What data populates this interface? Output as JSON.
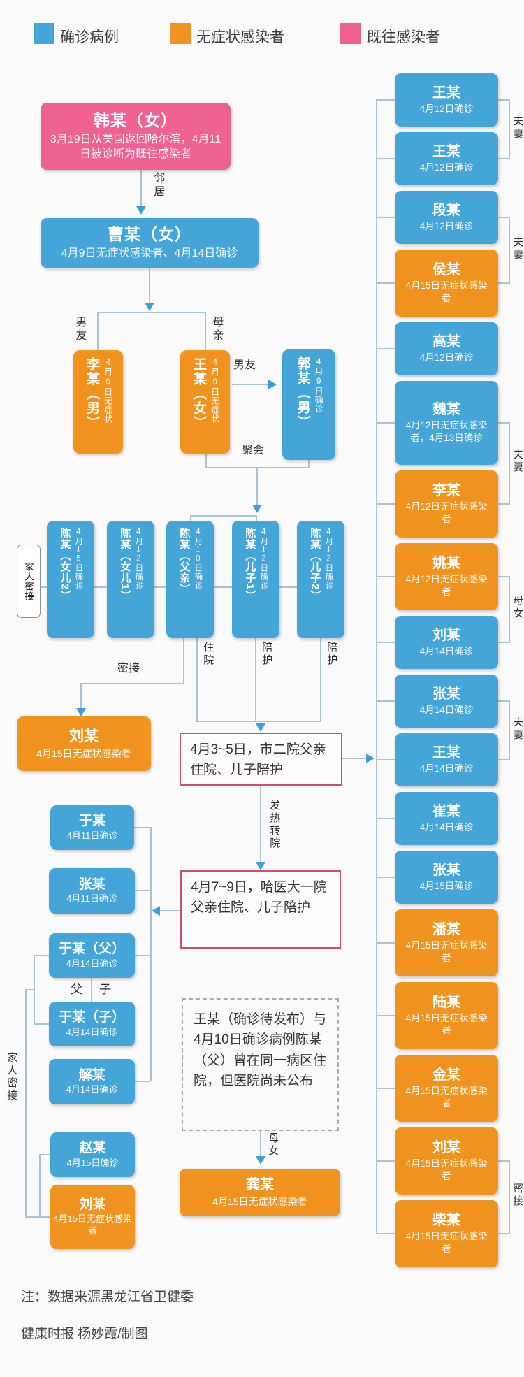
{
  "legend": {
    "confirmed": "确诊病例",
    "asymptomatic": "无症状感染者",
    "past": "既往感染者"
  },
  "colors": {
    "confirmed_blue": "#44a5d9",
    "asymptomatic_orange": "#f0941f",
    "past_pink": "#ee6191",
    "event_border": "#cf4d6f",
    "connector": "#a9c3d2",
    "arrow": "#3f9fd4"
  },
  "nodes": {
    "han": {
      "name": "韩某（女）",
      "desc": "3月19日从美国返回哈尔滨，4月11日被诊断为既往感染者"
    },
    "cao": {
      "name": "曹某（女）",
      "desc": "4月9日无症状感染者、4月14日确诊"
    },
    "li_boyfriend": {
      "name": "李某（男）",
      "desc": "4月9日无症状"
    },
    "wang_mother": {
      "name": "王某（女）",
      "desc": "4月9日无症状"
    },
    "guo": {
      "name": "郭某（男）",
      "desc": "4月9日确诊"
    },
    "liu_contact": {
      "name": "刘某",
      "desc": "4月15日无症状感染者"
    },
    "gong": {
      "name": "龚某",
      "desc": "4月15日无症状感染者"
    }
  },
  "chen_family": [
    {
      "name": "陈某（女儿2）",
      "desc": "4月15日确诊"
    },
    {
      "name": "陈某（女儿1）",
      "desc": "4月12日确诊"
    },
    {
      "name": "陈某（父亲）",
      "desc": "4月10日确诊"
    },
    {
      "name": "陈某（儿子1）",
      "desc": "4月12日确诊"
    },
    {
      "name": "陈某（儿子2）",
      "desc": "4月12日确诊"
    }
  ],
  "left_column": [
    {
      "name": "于某",
      "desc": "4月11日确诊"
    },
    {
      "name": "张某",
      "desc": "4月11日确诊"
    },
    {
      "name": "于某（父）",
      "desc": "4月14日确诊"
    },
    {
      "name": "于某（子）",
      "desc": "4月14日确诊"
    },
    {
      "name": "解某",
      "desc": "4月14日确诊"
    },
    {
      "name": "赵某",
      "desc": "4月15日确诊"
    },
    {
      "name": "刘某",
      "desc": "4月15日无症状感染者"
    }
  ],
  "right_column": [
    {
      "name": "王某",
      "desc": "4月12日确诊",
      "type": "confirmed"
    },
    {
      "name": "王某",
      "desc": "4月12日确诊",
      "type": "confirmed"
    },
    {
      "name": "段某",
      "desc": "4月12日确诊",
      "type": "confirmed"
    },
    {
      "name": "侯某",
      "desc": "4月15日无症状感染者",
      "type": "asymptomatic"
    },
    {
      "name": "高某",
      "desc": "4月12日确诊",
      "type": "confirmed"
    },
    {
      "name": "魏某",
      "desc": "4月12日无症状感染者，4月13日确诊",
      "type": "confirmed"
    },
    {
      "name": "李某",
      "desc": "4月12日无症状感染者",
      "type": "asymptomatic"
    },
    {
      "name": "姚某",
      "desc": "4月12日无症状感染者",
      "type": "asymptomatic"
    },
    {
      "name": "刘某",
      "desc": "4月14日确诊",
      "type": "confirmed"
    },
    {
      "name": "张某",
      "desc": "4月14日确诊",
      "type": "confirmed"
    },
    {
      "name": "王某",
      "desc": "4月14日确诊",
      "type": "confirmed"
    },
    {
      "name": "崔某",
      "desc": "4月14日确诊",
      "type": "confirmed"
    },
    {
      "name": "张某",
      "desc": "4月15日确诊",
      "type": "confirmed"
    },
    {
      "name": "潘某",
      "desc": "4月15日无症状感染者",
      "type": "asymptomatic"
    },
    {
      "name": "陆某",
      "desc": "4月15日无症状感染者",
      "type": "asymptomatic"
    },
    {
      "name": "金某",
      "desc": "4月15日无症状感染者",
      "type": "asymptomatic"
    },
    {
      "name": "刘某",
      "desc": "4月15日无症状感染者",
      "type": "asymptomatic"
    },
    {
      "name": "柴某",
      "desc": "4月15日无症状感染者",
      "type": "asymptomatic"
    }
  ],
  "relationships": [
    {
      "label": "夫妻"
    },
    {
      "label": "夫妻"
    },
    {
      "label": "夫妻"
    },
    {
      "label": "母女"
    },
    {
      "label": "夫妻"
    },
    {
      "label": "密接"
    }
  ],
  "edge_labels": {
    "neighbor": "邻居",
    "boyfriend": "男友",
    "mother": "母亲",
    "boyfriend2": "男友",
    "party": "聚会",
    "family_contact": "家人密接",
    "close_contact": "密接",
    "hospitalized": "住院",
    "accompany1": "陪护",
    "accompany2": "陪护",
    "fever_transfer": "发热转院",
    "father": "父",
    "son": "子",
    "family_contact2": "家人密接",
    "mother_daughter": "母女"
  },
  "event_boxes": {
    "hospital1": "4月3~5日，市二院父亲住院、儿子陪护",
    "hospital2": "4月7~9日，哈医大一院父亲住院、儿子陪护",
    "pending": "王某（确诊待发布）与4月10日确诊病例陈某（父）曾在同一病区住院，但医院尚未公布"
  },
  "footer": {
    "source": "注：数据来源黑龙江省卫健委",
    "credit": "健康时报 杨妙霞/制图"
  }
}
